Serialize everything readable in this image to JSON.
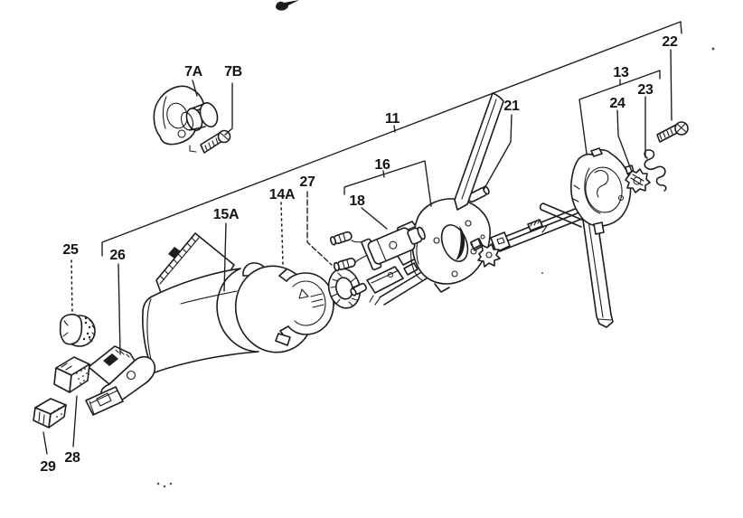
{
  "diagram": {
    "kind": "exploded-parts-diagram",
    "colors": {
      "ink": "#1c1c1c",
      "paper": "#ffffff"
    },
    "labels": {
      "l7A": "7A",
      "l7B": "7B",
      "l11": "11",
      "l13": "13",
      "l14A": "14A",
      "l15A": "15A",
      "l16": "16",
      "l18": "18",
      "l21": "21",
      "l22": "22",
      "l23": "23",
      "l24": "24",
      "l25": "25",
      "l26": "26",
      "l27": "27",
      "l28": "28",
      "l29": "29"
    }
  }
}
